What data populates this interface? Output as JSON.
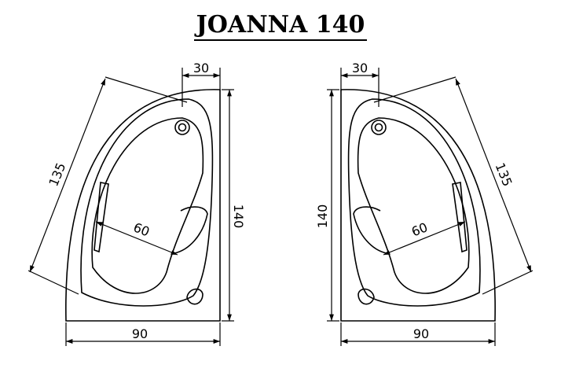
{
  "title": "JOANNA 140",
  "left_view": {
    "dims": {
      "top": "30",
      "diagonal": "135",
      "height": "140",
      "inner": "60",
      "width": "90"
    }
  },
  "right_view": {
    "dims": {
      "top": "30",
      "diagonal": "135",
      "height": "140",
      "inner": "60",
      "width": "90"
    }
  }
}
